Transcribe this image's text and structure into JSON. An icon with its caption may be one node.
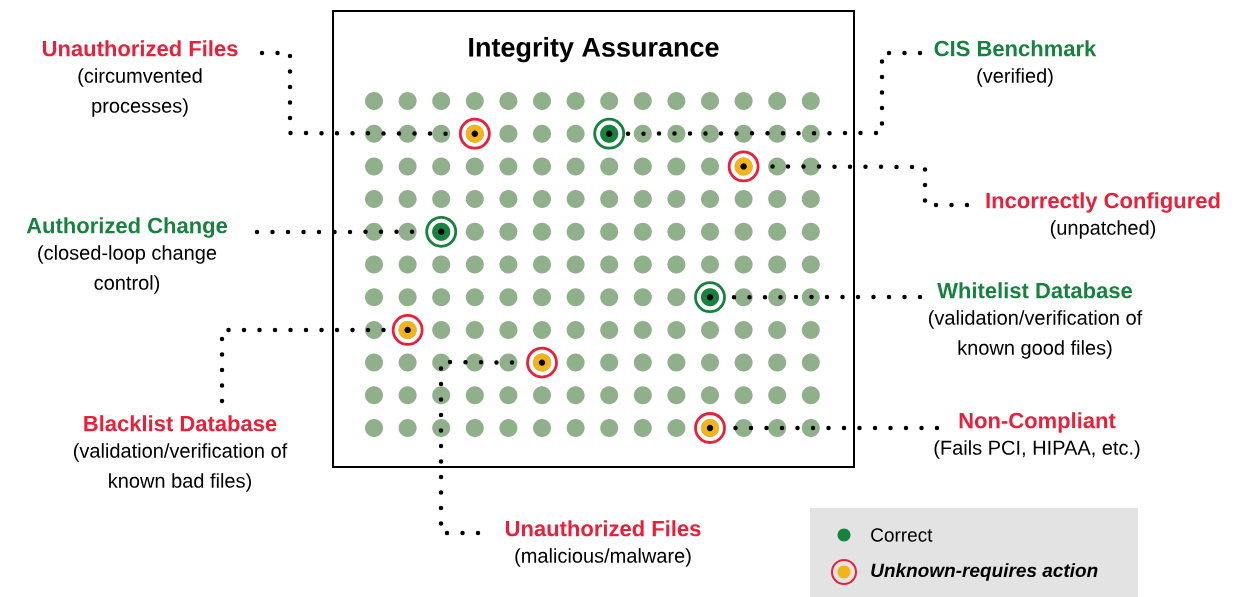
{
  "diagram": {
    "nodes": [
      {
        "text": [
          "Integrity Assurance"
        ]
      },
      {
        "text": [
          "Unauthorized Files",
          "(circumvented processes)"
        ]
      },
      {
        "text": [
          "CIS Benchmark",
          "(verified)"
        ]
      },
      {
        "text": [
          "Incorrectly Configured",
          "(unpatched)"
        ]
      },
      {
        "text": [
          "Authorized Change",
          "(closed-loop change control)"
        ]
      },
      {
        "text": [
          "Whitelist Database",
          "(validation/verification of known good files)"
        ]
      },
      {
        "text": [
          "Blacklist Database",
          "(validation/verification of known bad files)"
        ]
      },
      {
        "text": [
          "Unauthorized Files",
          "(malicious/malware)"
        ]
      },
      {
        "text": [
          "Non-Compliant",
          "(Fails PCI, HIPAA, etc.)"
        ]
      },
      {
        "text": [],
        "shape": "circle",
        "in": 0
      },
      {
        "text": [],
        "shape": "circle",
        "in": 0
      },
      {
        "text": [],
        "shape": "circle",
        "in": 0
      },
      {
        "text": [],
        "shape": "circle",
        "in": 0
      },
      {
        "text": [],
        "shape": "circle",
        "in": 0
      },
      {
        "text": [],
        "shape": "circle",
        "in": 0
      },
      {
        "text": [],
        "shape": "circle",
        "in": 0
      },
      {
        "text": [],
        "shape": "circle",
        "in": 0
      }
    ],
    "edges": [
      {
        "from": 1,
        "to": 9,
        "arrow": "none"
      },
      {
        "from": 2,
        "to": 10,
        "arrow": "none"
      },
      {
        "from": 3,
        "to": 11,
        "arrow": "none"
      },
      {
        "from": 4,
        "to": 12,
        "arrow": "none"
      },
      {
        "from": 5,
        "to": 13,
        "arrow": "none"
      },
      {
        "from": 6,
        "to": 14,
        "arrow": "none"
      },
      {
        "from": 7,
        "to": 15,
        "arrow": "none"
      },
      {
        "from": 8,
        "to": 16,
        "arrow": "none"
      }
    ],
    "legend": [
      {
        "text": "Correct",
        "color": "#17823f"
      },
      {
        "text": "Unknown-requires action"
      }
    ]
  }
}
